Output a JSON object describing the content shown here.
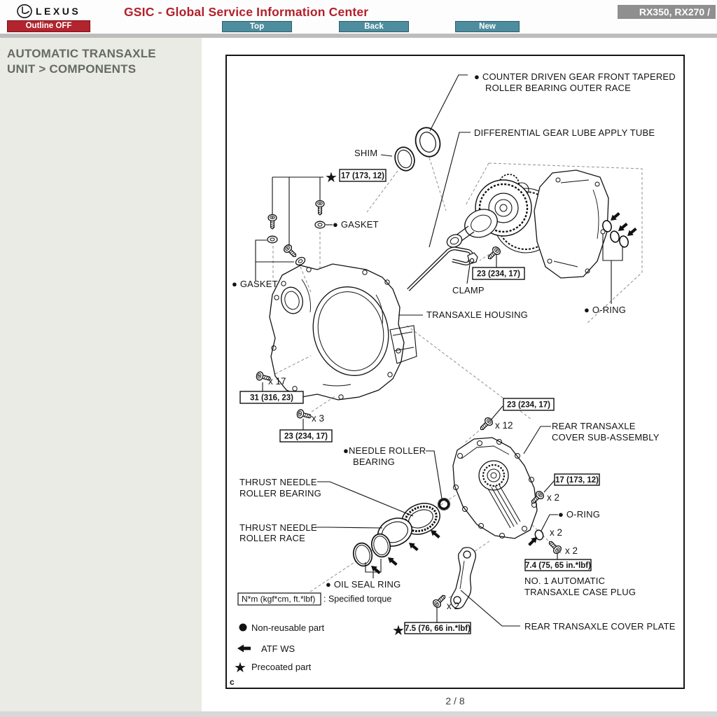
{
  "colors": {
    "title_red": "#b2202a",
    "outline_button_red": "#b2242e",
    "nav_button_teal": "#4e8d9e",
    "badge_gray": "#8f8f8f",
    "sidebar_bg": "#e9ebe4"
  },
  "header": {
    "brand": "LEXUS",
    "title": "GSIC - Global Service Information Center",
    "model_badge": "RX350, RX270 /",
    "buttons": {
      "outline": "Outline OFF",
      "top": "Top",
      "back": "Back",
      "new": "New"
    }
  },
  "sidebar": {
    "heading_line1": "AUTOMATIC TRANSAXLE",
    "heading_line2": "UNIT > COMPONENTS"
  },
  "diagram": {
    "corner_mark": "c",
    "labels": {
      "counter_race_l1": "● COUNTER DRIVEN GEAR FRONT TAPERED",
      "counter_race_l2": "ROLLER BEARING OUTER RACE",
      "diff_tube": "DIFFERENTIAL GEAR LUBE APPLY TUBE",
      "shim": "SHIM",
      "gasket_a": "● GASKET",
      "gasket_b": "● GASKET",
      "clamp": "CLAMP",
      "transaxle_housing": "TRANSAXLE HOUSING",
      "oring_a": "● O-RING",
      "needle_l1": "●NEEDLE ROLLER",
      "needle_l2": "BEARING",
      "thrust_bearing_l1": "THRUST NEEDLE",
      "thrust_bearing_l2": "ROLLER BEARING",
      "thrust_race_l1": "THRUST NEEDLE",
      "thrust_race_l2": "ROLLER RACE",
      "oil_seal": "● OIL SEAL RING",
      "rear_cover_l1": "REAR TRANSAXLE",
      "rear_cover_l2": "COVER SUB-ASSEMBLY",
      "oring_b": "● O-RING",
      "case_plug_l1": "NO. 1 AUTOMATIC",
      "case_plug_l2": "TRANSAXLE CASE PLUG",
      "cover_plate": "REAR TRANSAXLE COVER PLATE"
    },
    "torques": {
      "t17": "17 (173, 12)",
      "t23": "23 (234, 17)",
      "t31": "31 (316, 23)",
      "t74": "7.4 (75, 65 in.*lbf)",
      "t75": "7.5 (76, 66 in.*lbf)"
    },
    "counts": {
      "x17": "x 17",
      "x3": "x 3",
      "x12": "x 12",
      "x2": "x 2"
    },
    "legend": {
      "torque_box": "N*m (kgf*cm, ft.*lbf)",
      "torque_desc": ": Specified torque",
      "non_reusable": "Non-reusable part",
      "atf": "ATF WS",
      "precoated": "Precoated part"
    }
  },
  "footer": {
    "page_indicator": "2 / 8"
  }
}
